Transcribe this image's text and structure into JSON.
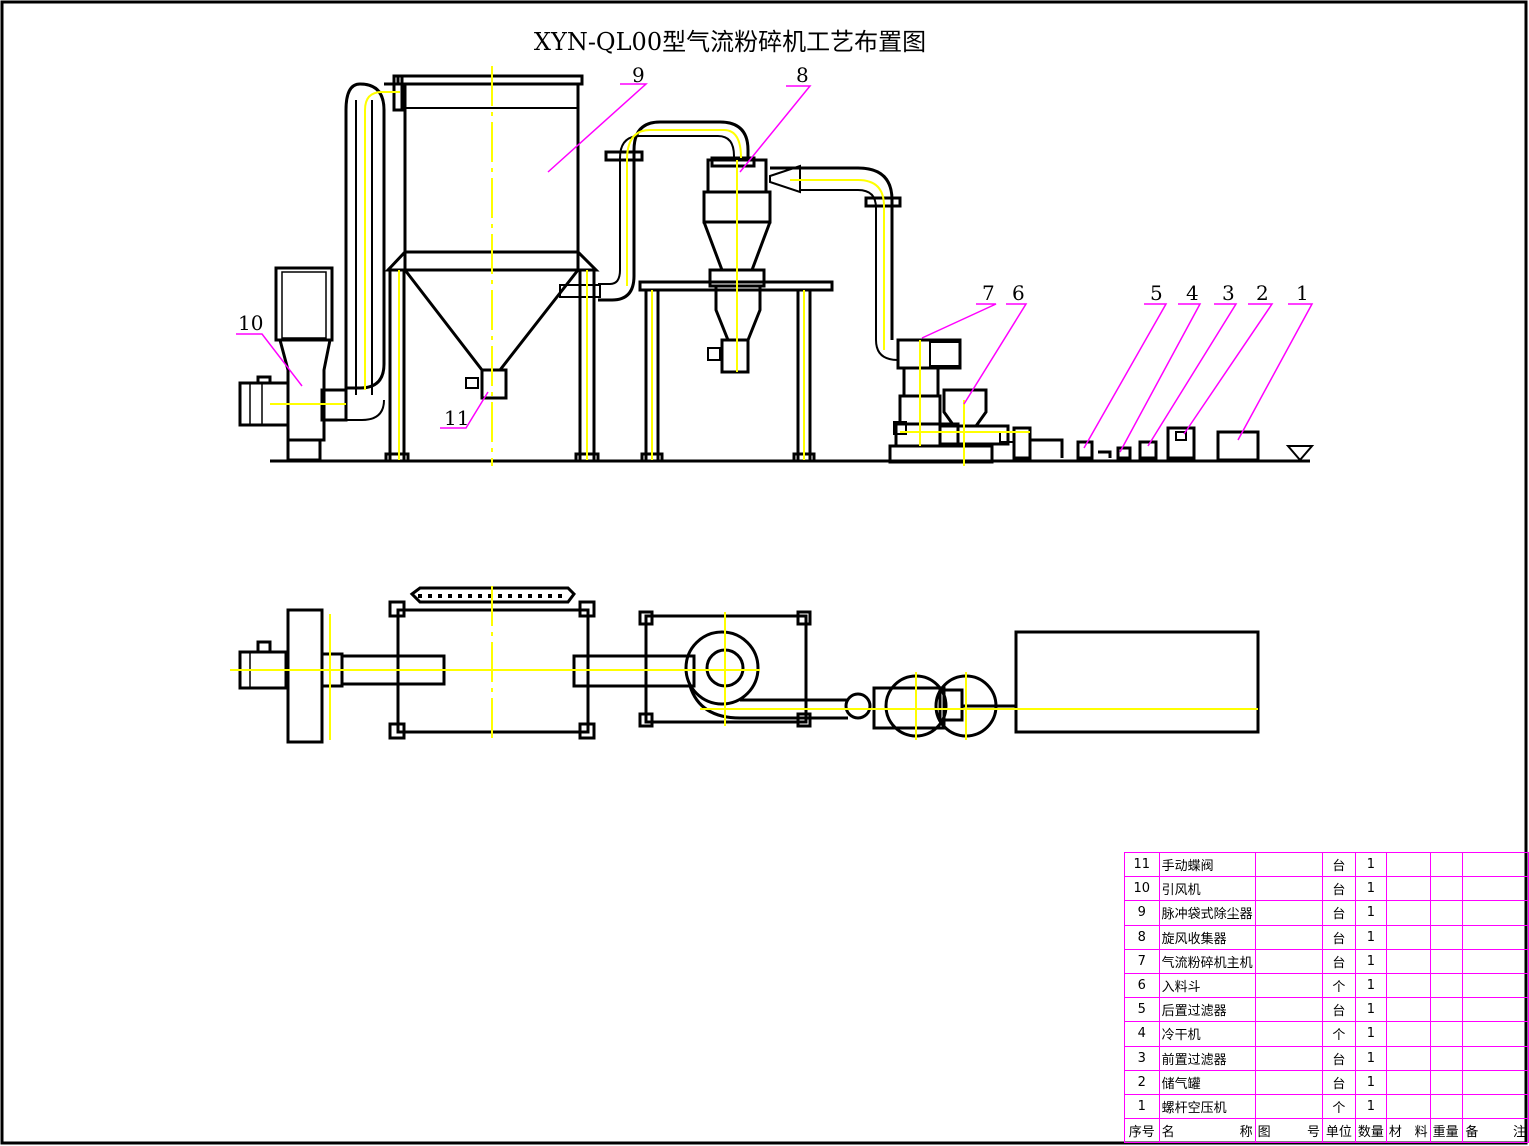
{
  "title": "XYN-QL00型气流粉碎机工艺布置图",
  "callouts": [
    "1",
    "2",
    "3",
    "4",
    "5",
    "6",
    "7",
    "8",
    "9",
    "10",
    "11"
  ],
  "colors": {
    "outline": "#000000",
    "centerline": "#ffff00",
    "leader": "#ff00ff",
    "frame": "#000000"
  },
  "parts_table": {
    "header": {
      "no": "序号",
      "name_a": "名",
      "name_b": "称",
      "drawing_a": "图",
      "drawing_b": "号",
      "unit": "单位",
      "qty": "数量",
      "material_a": "材",
      "material_b": "料",
      "weight": "重量",
      "remark_a": "备",
      "remark_b": "注"
    },
    "rows": [
      {
        "no": "11",
        "name": "手动蝶阀",
        "unit": "台",
        "qty": "1"
      },
      {
        "no": "10",
        "name": "引风机",
        "unit": "台",
        "qty": "1"
      },
      {
        "no": "9",
        "name": "脉冲袋式除尘器",
        "unit": "台",
        "qty": "1"
      },
      {
        "no": "8",
        "name": "旋风收集器",
        "unit": "台",
        "qty": "1"
      },
      {
        "no": "7",
        "name": "气流粉碎机主机",
        "unit": "台",
        "qty": "1"
      },
      {
        "no": "6",
        "name": "入料斗",
        "unit": "个",
        "qty": "1"
      },
      {
        "no": "5",
        "name": "后置过滤器",
        "unit": "台",
        "qty": "1"
      },
      {
        "no": "4",
        "name": "冷干机",
        "unit": "个",
        "qty": "1"
      },
      {
        "no": "3",
        "name": "前置过滤器",
        "unit": "台",
        "qty": "1"
      },
      {
        "no": "2",
        "name": "储气罐",
        "unit": "台",
        "qty": "1"
      },
      {
        "no": "1",
        "name": "螺杆空压机",
        "unit": "个",
        "qty": "1"
      }
    ]
  }
}
